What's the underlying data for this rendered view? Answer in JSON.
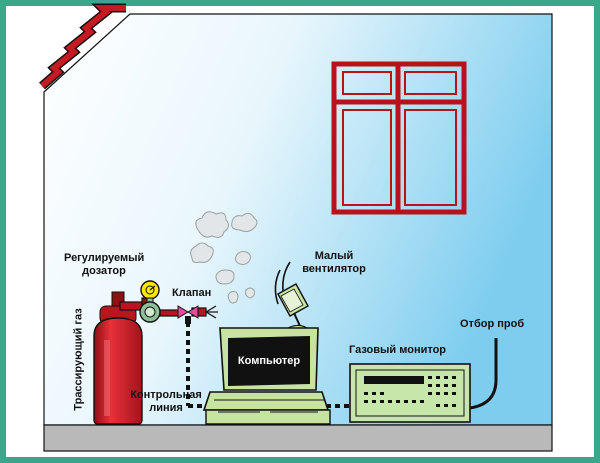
{
  "labels": {
    "dosing_regulator": [
      "Регулируемый",
      "дозатор"
    ],
    "valve": "Клапан",
    "small_fan": [
      "Малый",
      "вентилятор"
    ],
    "tracer_gas": "Трассирующий газ",
    "computer": "Компьютер",
    "gas_monitor": "Газовый монитор",
    "sampling": "Отбор проб",
    "control_line": [
      "Контрольная",
      "линия"
    ]
  },
  "colors": {
    "frame": "#39a88a",
    "sky_light": "#ffffff",
    "sky_dark": "#7ecdef",
    "wall_bottom": "#bfe5f5",
    "floor": "#b9b9b9",
    "window_red": "#b8121c",
    "cylinder_red": "#d8222c",
    "computer_body": "#c6e3a2",
    "screen": "#111111",
    "monitor_body": "#c7e6a9"
  }
}
